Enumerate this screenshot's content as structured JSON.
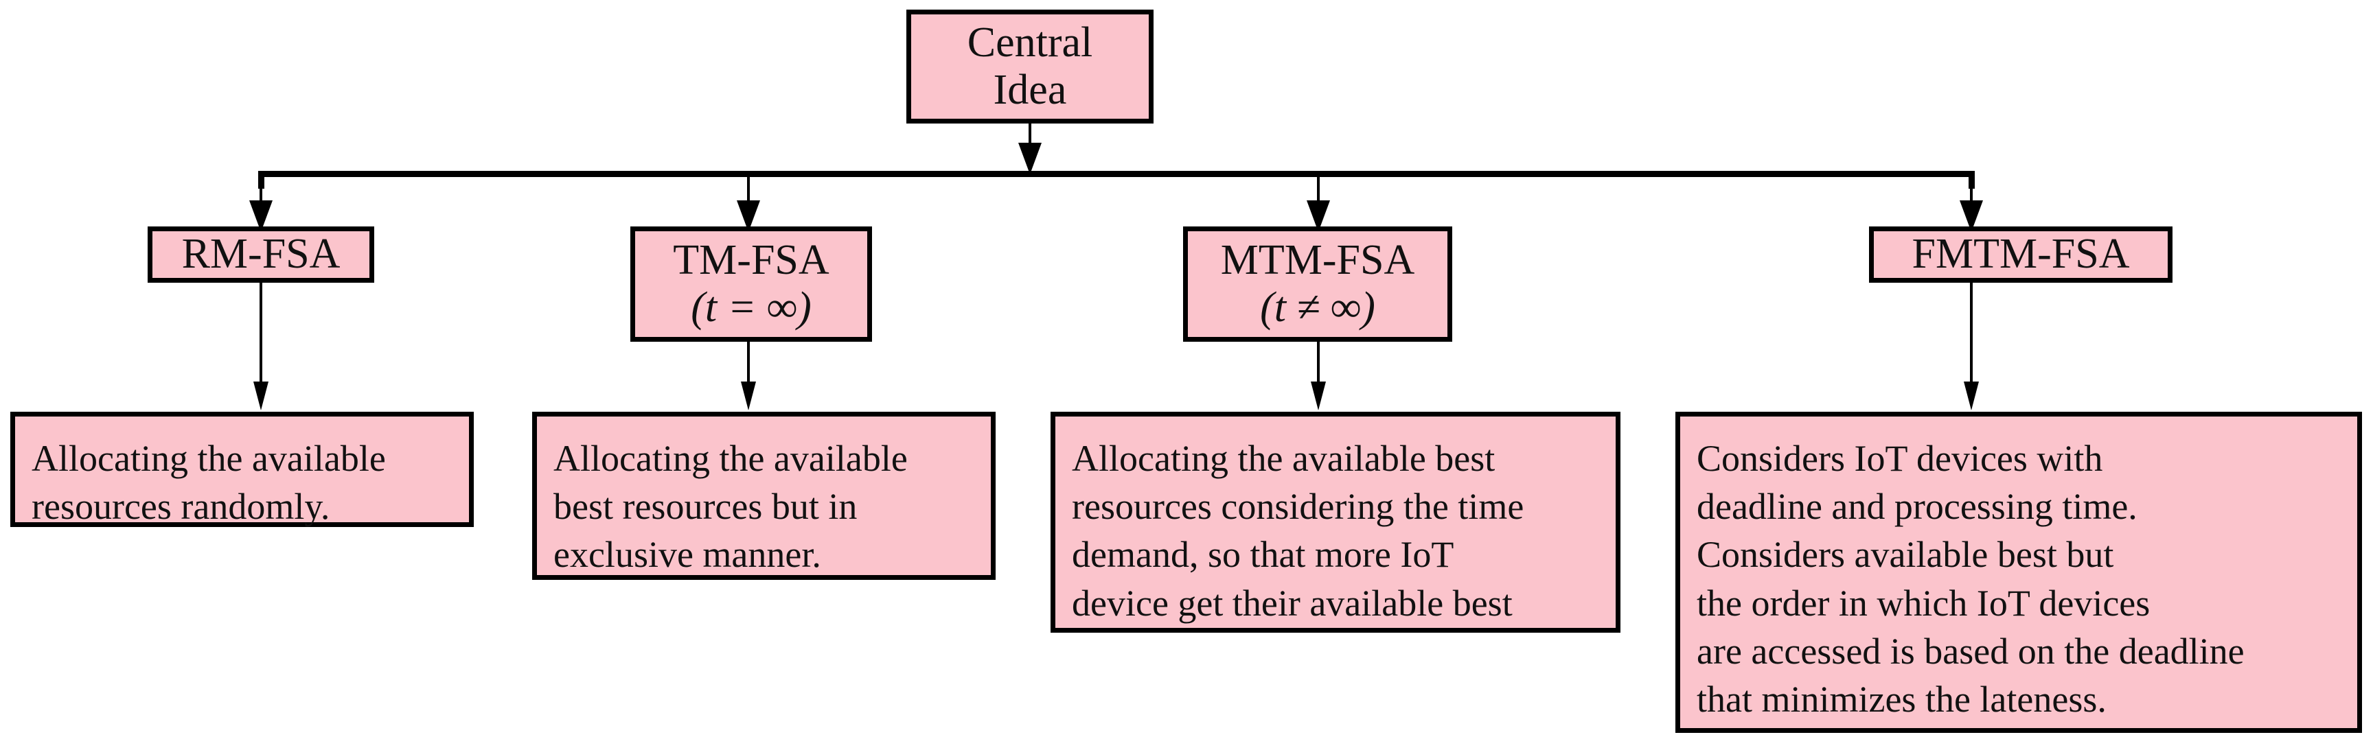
{
  "diagram": {
    "type": "tree-flowchart",
    "title": "Central Idea taxonomy of FSA scheduling methods",
    "colors": {
      "node_fill": "#fbc4cc",
      "node_border": "#000000",
      "text": "#111111",
      "background": "#ffffff",
      "connector": "#000000"
    },
    "root": {
      "id": "central-idea",
      "label": "Central\nIdea"
    },
    "methods": [
      {
        "id": "rm-fsa",
        "name": "RM-FSA",
        "condition": "",
        "label": "RM-FSA"
      },
      {
        "id": "tm-fsa",
        "name": "TM-FSA",
        "condition": "(t = ∞)",
        "condition_variable": "t",
        "condition_operator": "=",
        "condition_value": "∞",
        "label": "TM-FSA (t = ∞)"
      },
      {
        "id": "mtm-fsa",
        "name": "MTM-FSA",
        "condition": "(t ≠ ∞)",
        "condition_variable": "t",
        "condition_operator": "≠",
        "condition_value": "∞",
        "label": "MTM-FSA (t ≠ ∞)"
      },
      {
        "id": "fmtm-fsa",
        "name": "FMTM-FSA",
        "condition": "",
        "label": "FMTM-FSA"
      }
    ],
    "descriptions": [
      {
        "id": "desc-rm-fsa",
        "for": "rm-fsa",
        "text": "Allocating the available\nresources randomly."
      },
      {
        "id": "desc-tm-fsa",
        "for": "tm-fsa",
        "text": "Allocating the available\nbest resources but in\nexclusive manner."
      },
      {
        "id": "desc-mtm-fsa",
        "for": "mtm-fsa",
        "text": "Allocating the available best\nresources considering the time\ndemand, so that more IoT\ndevice get their available best"
      },
      {
        "id": "desc-fmtm-fsa",
        "for": "fmtm-fsa",
        "text": "Considers IoT devices with\ndeadline and processing time.\nConsiders available best but\nthe order in which IoT devices\nare accessed is based on the deadline\nthat minimizes the lateness."
      }
    ]
  }
}
